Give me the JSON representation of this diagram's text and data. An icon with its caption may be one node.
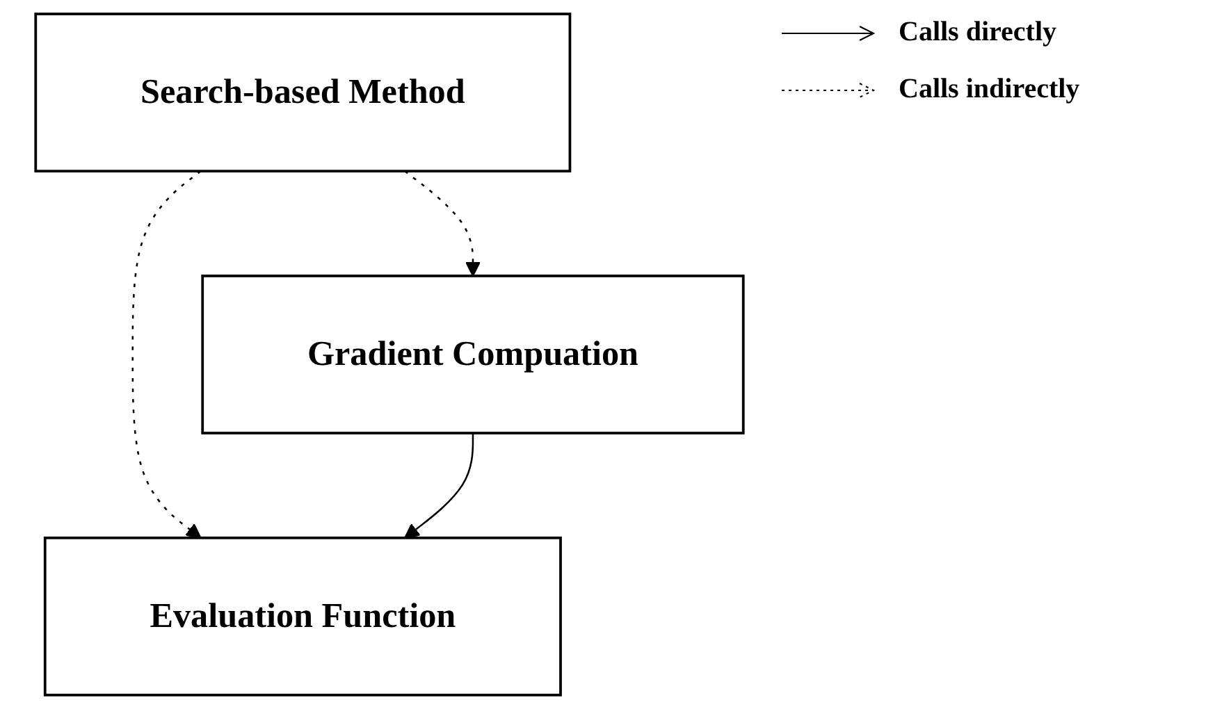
{
  "diagram": {
    "nodes": [
      {
        "text": [
          "Search-based Method"
        ]
      },
      {
        "text": [
          "Gradient Compuation"
        ]
      },
      {
        "text": [
          "Evaluation Function"
        ]
      }
    ],
    "edges": [
      {
        "from": 0,
        "to": 1,
        "arrow": "to",
        "style": "dashed"
      },
      {
        "from": 0,
        "to": 2,
        "arrow": "to",
        "style": "dashed"
      },
      {
        "from": 1,
        "to": 2,
        "arrow": "to"
      }
    ],
    "legend": [
      {
        "text": "Calls directly"
      },
      {
        "text": "Calls indirectly"
      }
    ]
  }
}
